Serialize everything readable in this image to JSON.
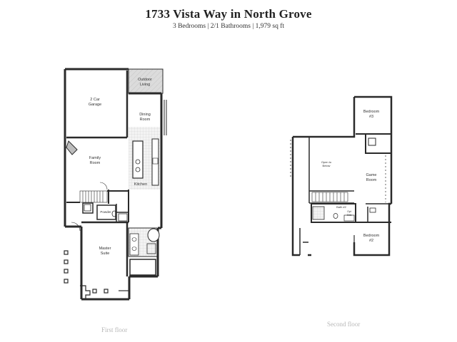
{
  "header": {
    "title": "1733 Vista Way in North Grove",
    "subtitle": "3 Bedrooms | 2/1 Bathrooms | 1,979 sq ft"
  },
  "first_floor": {
    "caption": "First floor",
    "rooms": {
      "outdoor_living": [
        "Outdoor",
        "Living"
      ],
      "garage": [
        "2 Car",
        "Garage"
      ],
      "dining": [
        "Dining",
        "Room"
      ],
      "family": [
        "Family",
        "Room"
      ],
      "kitchen": [
        "Kitchen"
      ],
      "powder": [
        "Powder"
      ],
      "master": [
        "Master",
        "Suite"
      ]
    }
  },
  "second_floor": {
    "caption": "Second floor",
    "rooms": {
      "bedroom3": [
        "Bedroom",
        "#3"
      ],
      "open_below": [
        "Open to",
        "Below"
      ],
      "game": [
        "Game",
        "Room"
      ],
      "bath2": [
        "Bath #2"
      ],
      "opt_sink": [
        "Opt",
        "Sink"
      ],
      "bedroom2": [
        "Bedroom",
        "#2"
      ]
    }
  },
  "colors": {
    "wall": "#2a2a2a",
    "patio": "#d8d8d8",
    "floor_tile": "#e4e4e4"
  }
}
